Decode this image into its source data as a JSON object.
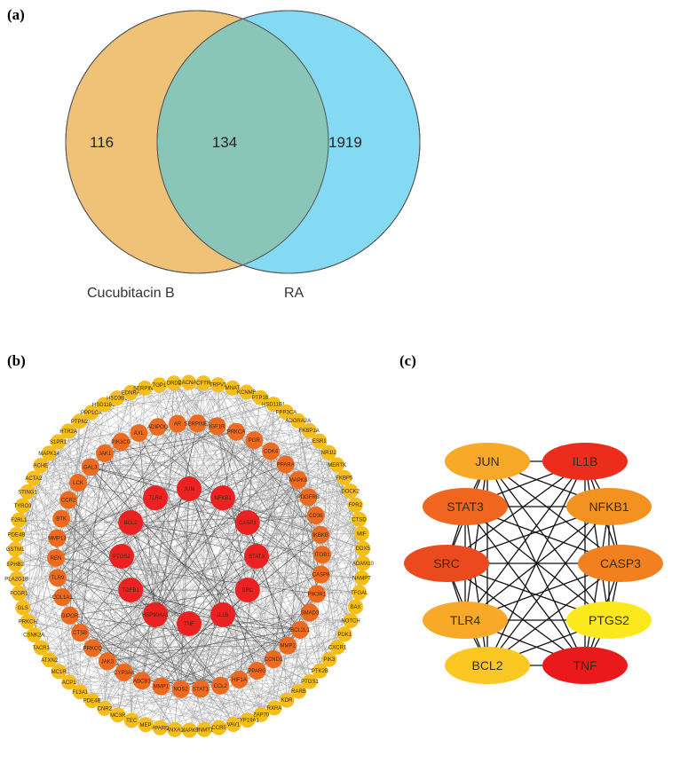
{
  "panel_a": {
    "label": "(a)",
    "set_left": "Cucubitacin B",
    "set_right": "RA",
    "only_left": "116",
    "intersection": "134",
    "only_right": "1919",
    "colors": {
      "left": "#efc277",
      "right": "#84daf2",
      "overlap": "#8ac6b7"
    }
  },
  "panel_b": {
    "label": "(b)",
    "inner_ring": [
      "JUN",
      "NFKB1",
      "CASP3",
      "STAT3",
      "SRC",
      "IL1B",
      "TNF",
      "HSP90AA1",
      "TGFB1",
      "PTGS2",
      "BCL2",
      "TLR4"
    ],
    "middle_ring": [
      "AR",
      "SERPINE1",
      "IGF1R",
      "PRKCA",
      "PGR",
      "CDK4",
      "PPARA",
      "MAPK8",
      "PDGFRB",
      "CD36",
      "IKBKB",
      "ITGB1",
      "CASP8",
      "PIK3R1",
      "SMAD3",
      "BCL2L1",
      "MMP2",
      "CCND1",
      "PPARG",
      "HIF1A",
      "CCL2",
      "STAT1",
      "NOS2",
      "MMP1",
      "ABCB1",
      "CYP3A4",
      "JAK3",
      "PRKCQ",
      "CTSB",
      "DIPOR",
      "COL1A1",
      "TLR9",
      "REN",
      "MMP13",
      "BTK",
      "CCR2",
      "LCK",
      "GAL3",
      "JAK1",
      "PIK3CG",
      "AXL",
      "ADIPOQ"
    ],
    "outer_ring": [
      "DRD2",
      "CACNA1",
      "CFTR",
      "TRPV1",
      "MNAT",
      "KCNMB",
      "PTP1B",
      "HSD11B1",
      "PPP3CA",
      "ADORA2A",
      "FKBP1A",
      "ESR1",
      "NR1I2",
      "MERTK",
      "FKBP5",
      "DOCK2",
      "FPR2",
      "CTSD",
      "MIF",
      "DDX5",
      "ADAM10",
      "NAMPT",
      "TFGAL",
      "BAX",
      "NOTCH",
      "PDK1",
      "CXCR1",
      "PIK3",
      "PTK2B",
      "PTGS1",
      "RARB",
      "KDR",
      "RXRA",
      "ZAP70",
      "CYP19A1",
      "VAV1",
      "CCR5",
      "PNMT1",
      "MAPK9",
      "ANXA1",
      "PPARD",
      "MEP",
      "TEC",
      "MC3R",
      "CNR2",
      "PDE4B",
      "F13A1",
      "ACP1",
      "MC1R",
      "ATXN2",
      "TACR1",
      "CSNK2A",
      "PRKCH",
      "GLS",
      "FCGR1",
      "PLA2G1B",
      "EPHB2",
      "GSTM1",
      "PDE4B",
      "F2RL1",
      "TYRO3",
      "STING1",
      "ACTA2",
      "ACHE",
      "MAPK14",
      "S1PR1",
      "HTR2A",
      "PTPN2",
      "PPP1CA",
      "HSD11B2",
      "HSD3B1",
      "EDNRA",
      "SERPINA",
      "TOP1"
    ]
  },
  "panel_c": {
    "label": "(c)",
    "nodes": [
      {
        "id": "JUN",
        "fill": "#f8a928"
      },
      {
        "id": "IL1B",
        "fill": "#ec2d1e"
      },
      {
        "id": "STAT3",
        "fill": "#f1661f"
      },
      {
        "id": "NFKB1",
        "fill": "#f39221"
      },
      {
        "id": "SRC",
        "fill": "#eb4a1f"
      },
      {
        "id": "CASP3",
        "fill": "#f2801f"
      },
      {
        "id": "TLR4",
        "fill": "#f8a928"
      },
      {
        "id": "PTGS2",
        "fill": "#fbe91e"
      },
      {
        "id": "BCL2",
        "fill": "#fbc723"
      },
      {
        "id": "TNF",
        "fill": "#ea1a1c"
      }
    ]
  }
}
